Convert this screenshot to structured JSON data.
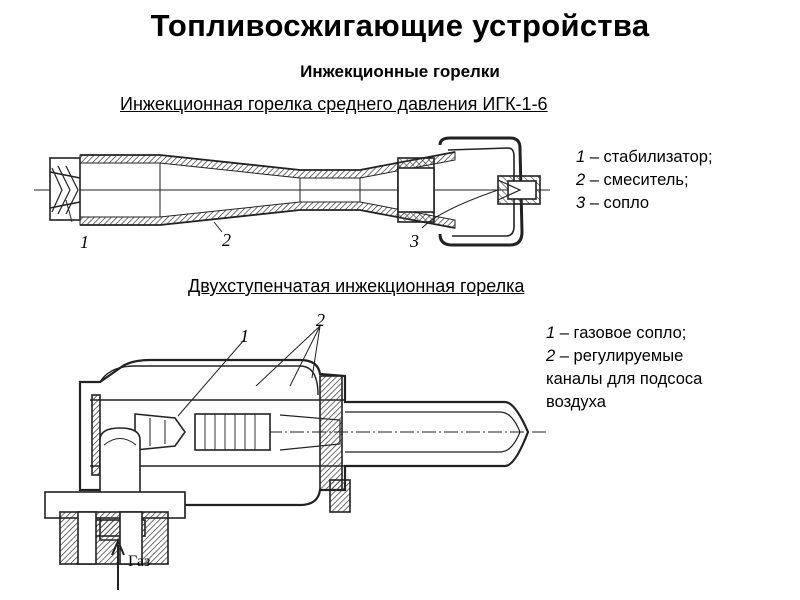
{
  "title": "Топливосжигающие устройства",
  "subtitle": "Инжекционные горелки",
  "burner1": {
    "caption": "Инжекционная горелка среднего давления ИГК-1-6",
    "callouts": [
      "1",
      "2",
      "3"
    ],
    "legend": [
      {
        "num": "1",
        "text": " – стабилизатор;"
      },
      {
        "num": "2",
        "text": " – смеситель;"
      },
      {
        "num": "3",
        "text": " – сопло"
      }
    ]
  },
  "burner2": {
    "caption": "Двухступенчатая инжекционная горелка",
    "callouts": [
      "1",
      "2"
    ],
    "gas_label": "Газ",
    "legend": [
      {
        "num": "1",
        "text": " – газовое сопло;"
      },
      {
        "num": "2",
        "text": " – регулируемые"
      },
      {
        "num": "",
        "text": "каналы для подсоса"
      },
      {
        "num": "",
        "text": "воздуха"
      }
    ]
  }
}
